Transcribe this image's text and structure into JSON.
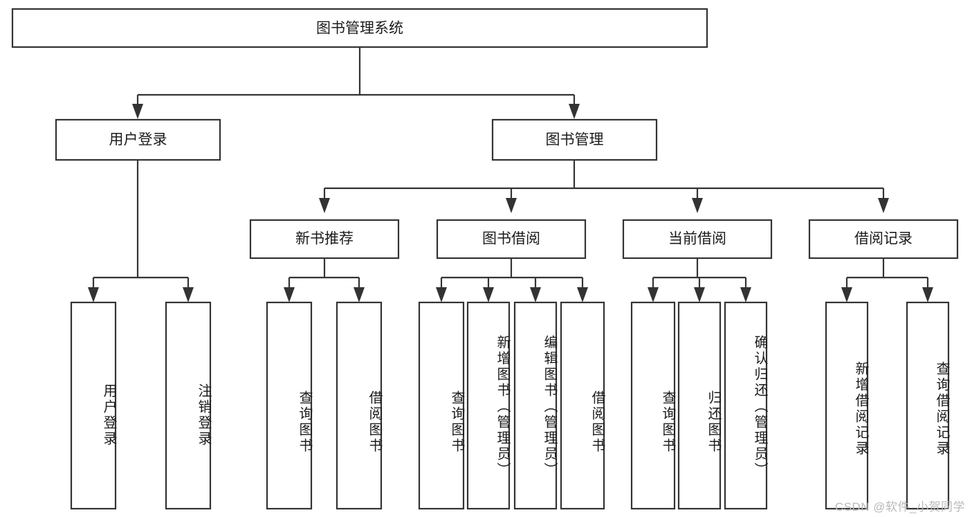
{
  "diagram": {
    "title": "图书管理系统",
    "type": "tree-hierarchy",
    "root": {
      "id": "root",
      "label": "图书管理系统"
    },
    "level1": [
      {
        "id": "user-login",
        "label": "用户登录"
      },
      {
        "id": "book-manage",
        "label": "图书管理"
      }
    ],
    "level2": [
      {
        "id": "new-book-rec",
        "label": "新书推荐",
        "parent": "book-manage"
      },
      {
        "id": "book-borrow",
        "label": "图书借阅",
        "parent": "book-manage"
      },
      {
        "id": "current-borrow",
        "label": "当前借阅",
        "parent": "book-manage"
      },
      {
        "id": "borrow-record",
        "label": "借阅记录",
        "parent": "book-manage"
      }
    ],
    "leaves": [
      {
        "id": "leaf-user-login",
        "label": "用户登录",
        "parent": "user-login"
      },
      {
        "id": "leaf-user-logout",
        "label": "注销登录",
        "parent": "user-login"
      },
      {
        "id": "leaf-query-book-1",
        "label": "查询图书",
        "parent": "new-book-rec"
      },
      {
        "id": "leaf-borrow-book-1",
        "label": "借阅图书",
        "parent": "new-book-rec"
      },
      {
        "id": "leaf-query-book-2",
        "label": "查询图书",
        "parent": "book-borrow"
      },
      {
        "id": "leaf-add-book",
        "label": "新增图书（管理员）",
        "parent": "book-borrow"
      },
      {
        "id": "leaf-edit-book",
        "label": "编辑图书（管理员）",
        "parent": "book-borrow"
      },
      {
        "id": "leaf-borrow-book-2",
        "label": "借阅图书",
        "parent": "book-borrow"
      },
      {
        "id": "leaf-query-book-3",
        "label": "查询图书",
        "parent": "current-borrow"
      },
      {
        "id": "leaf-return-book",
        "label": "归还图书",
        "parent": "current-borrow"
      },
      {
        "id": "leaf-confirm-return",
        "label": "确认归还（管理员）",
        "parent": "current-borrow"
      },
      {
        "id": "leaf-add-record",
        "label": "新增借阅记录",
        "parent": "borrow-record"
      },
      {
        "id": "leaf-query-record",
        "label": "查询借阅记录",
        "parent": "borrow-record"
      }
    ],
    "colors": {
      "stroke": "#333333",
      "fill": "#ffffff",
      "text": "#1b1b1b",
      "watermark": "#b9b9b9"
    }
  },
  "watermark": {
    "text": "CSDN @软件_小贺同学"
  }
}
